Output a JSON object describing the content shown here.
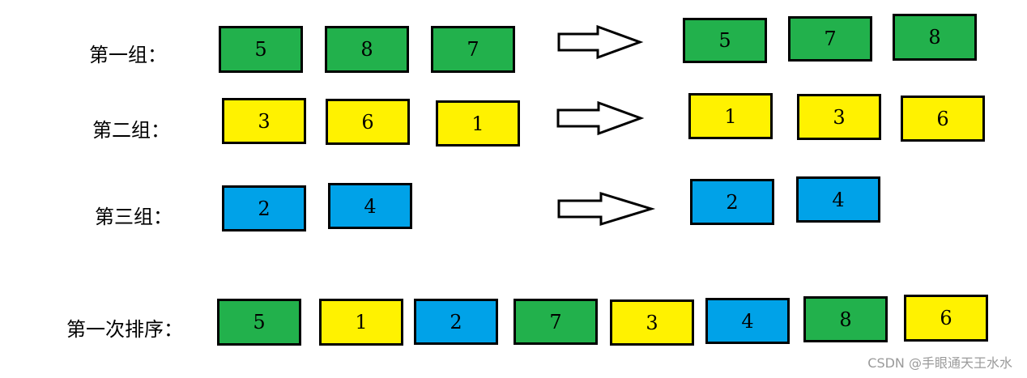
{
  "colors": {
    "green": "#22b14c",
    "yellow": "#fff200",
    "blue": "#00a2e8"
  },
  "groups": [
    {
      "label": "第一组：",
      "before": [
        5,
        8,
        7
      ],
      "after": [
        5,
        7,
        8
      ],
      "color": "green"
    },
    {
      "label": "第二组：",
      "before": [
        3,
        6,
        1
      ],
      "after": [
        1,
        3,
        6
      ],
      "color": "yellow"
    },
    {
      "label": "第三组：",
      "before": [
        2,
        4
      ],
      "after": [
        2,
        4
      ],
      "color": "blue"
    }
  ],
  "result": {
    "label": "第一次排序：",
    "items": [
      {
        "value": 5,
        "color": "green"
      },
      {
        "value": 1,
        "color": "yellow"
      },
      {
        "value": 2,
        "color": "blue"
      },
      {
        "value": 7,
        "color": "green"
      },
      {
        "value": 3,
        "color": "yellow"
      },
      {
        "value": 4,
        "color": "blue"
      },
      {
        "value": 8,
        "color": "green"
      },
      {
        "value": 6,
        "color": "yellow"
      }
    ]
  },
  "watermark": "CSDN @手眼通天王水水"
}
